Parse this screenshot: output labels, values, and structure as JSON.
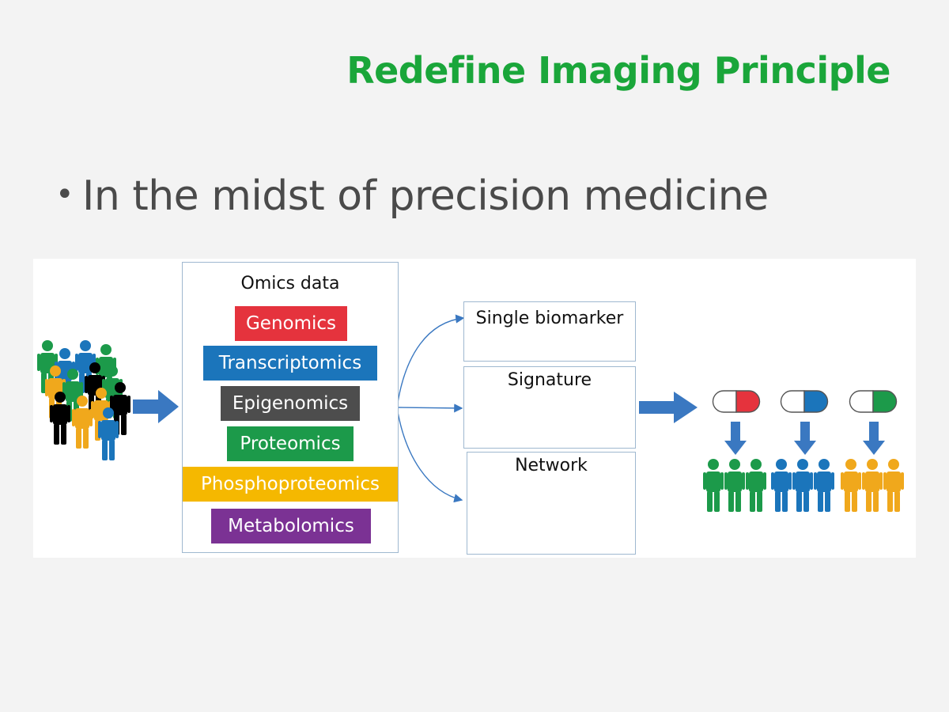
{
  "slide": {
    "title": "Redefine Imaging Principle",
    "bullet": "In the midst of precision medicine"
  },
  "diagram": {
    "omics_title": "Omics data",
    "omics": [
      {
        "label": "Genomics",
        "color": "#e5333d"
      },
      {
        "label": "Transcriptomics",
        "color": "#1b75bb"
      },
      {
        "label": "Epigenomics",
        "color": "#4d4d4d"
      },
      {
        "label": "Proteomics",
        "color": "#1c9a4a"
      },
      {
        "label": "Phosphoproteomics",
        "color": "#f5b800"
      },
      {
        "label": "Metabolomics",
        "color": "#7b3294"
      }
    ],
    "results": {
      "single": "Single biomarker",
      "signature": "Signature",
      "network": "Network"
    },
    "colors": {
      "title_green": "#1aa63a",
      "arrow_blue": "#3a78c1",
      "group_green": "#1c9a4a",
      "group_blue": "#1b75bb",
      "group_orange": "#f0a81c",
      "capsule_red": "#e5333d"
    }
  }
}
